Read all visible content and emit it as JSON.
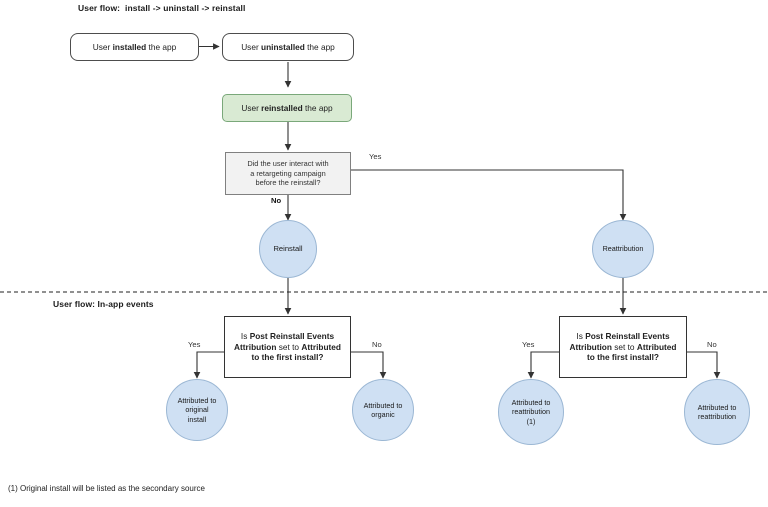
{
  "diagram": {
    "type": "flowchart",
    "sections": [
      {
        "id": "section-install-flow",
        "title": "User flow:  install -> uninstall -> reinstall"
      },
      {
        "id": "section-inapp-flow",
        "title": "User flow: In-app events"
      }
    ],
    "nodes": {
      "installed": {
        "prefix": "User ",
        "bold": "installed",
        "suffix": " the app"
      },
      "uninstalled": {
        "prefix": "User ",
        "bold": "uninstalled",
        "suffix": " the app"
      },
      "reinstalled": {
        "prefix": "User ",
        "bold": "reinstalled",
        "suffix": " the app"
      },
      "retargeting_question": {
        "line1": "Did the user interact with",
        "line2": "a retargeting campaign",
        "line3": "before the reinstall?"
      },
      "reinstall_circle": {
        "label": "Reinstall"
      },
      "reattribution_circle": {
        "label": "Reattribution"
      },
      "pre_question_left": {
        "p1": "Is ",
        "b1": "Post Reinstall Events Attribution",
        "p2": " set to ",
        "b2": "Attributed to the first install?"
      },
      "pre_question_right": {
        "p1": "Is ",
        "b1": "Post Reinstall Events Attribution",
        "p2": " set to ",
        "b2": "Attributed to the first install?"
      },
      "outcome_original_install": {
        "line1": "Attributed to",
        "line2": "original",
        "line3": "install"
      },
      "outcome_organic": {
        "line1": "Attributed to",
        "line2": "organic"
      },
      "outcome_reattribution_1": {
        "line1": "Attributed to",
        "line2": "reattribution",
        "line3": "(1)"
      },
      "outcome_reattribution": {
        "line1": "Attributed to",
        "line2": "reattribution"
      }
    },
    "edge_labels": {
      "yes_retargeting": "Yes",
      "no_retargeting": "No",
      "yes_left": "Yes",
      "no_left": "No",
      "yes_right": "Yes",
      "no_right": "No"
    },
    "footnote": "(1) Original install will be listed as the secondary source",
    "colors": {
      "green_fill": "#d9ead3",
      "green_border": "#7aa87a",
      "blue_fill": "#cfe0f3",
      "blue_border": "#9bb7d4",
      "gray_fill": "#f2f2f2",
      "gray_border": "#808080",
      "line": "#333333",
      "text": "#222222"
    }
  }
}
